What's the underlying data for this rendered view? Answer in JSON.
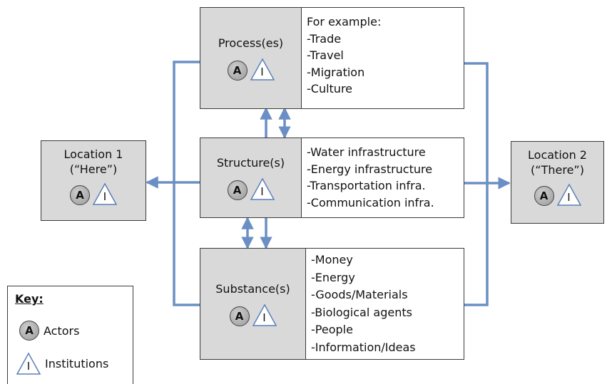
{
  "colors": {
    "connector": "#6b8fc4",
    "title_fill": "#d9d9d9",
    "border": "#3a3a3a"
  },
  "symbols": {
    "actor_letter": "A",
    "institution_letter": "I"
  },
  "nodes": {
    "process": {
      "title": "Process(es)",
      "heading": "For example:",
      "items": [
        "-Trade",
        "-Travel",
        "-Migration",
        "-Culture"
      ]
    },
    "structure": {
      "title": "Structure(s)",
      "items": [
        "-Water infrastructure",
        "-Energy infrastructure",
        "-Transportation infra.",
        "-Communication infra."
      ]
    },
    "substance": {
      "title": "Substance(s)",
      "items": [
        "-Money",
        "-Energy",
        "-Goods/Materials",
        "-Biological agents",
        "-People",
        "-Information/Ideas"
      ]
    },
    "location1": {
      "line1": "Location 1",
      "line2": "(“Here”)"
    },
    "location2": {
      "line1": "Location 2",
      "line2": "(“There”)"
    }
  },
  "key": {
    "title": "Key:",
    "actors_label": "Actors",
    "institutions_label": "Institutions"
  }
}
